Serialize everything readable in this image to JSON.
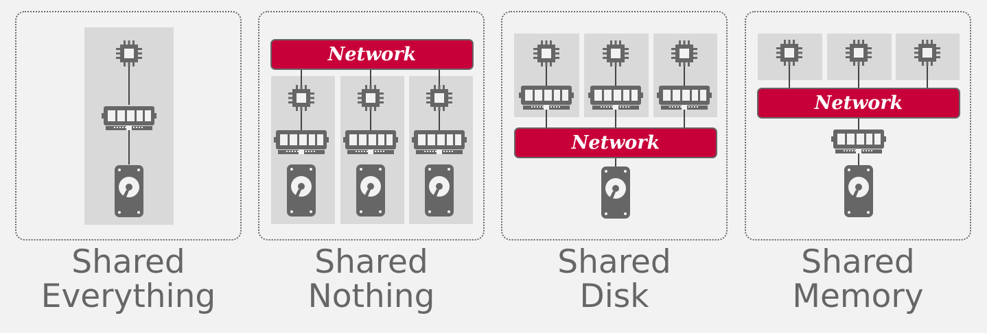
{
  "colors": {
    "background": "#f2f2f2",
    "node_box": "#d9d9d9",
    "icon": "#666666",
    "network": "#c8003a",
    "caption_text": "#666666"
  },
  "icons": [
    "cpu-icon",
    "memory-icon",
    "disk-icon"
  ],
  "panels": [
    {
      "caption_line1": "Shared",
      "caption_line2": "Everything"
    },
    {
      "caption_line1": "Shared",
      "caption_line2": "Nothing",
      "network_label": "Network"
    },
    {
      "caption_line1": "Shared",
      "caption_line2": "Disk",
      "network_label": "Network"
    },
    {
      "caption_line1": "Shared",
      "caption_line2": "Memory",
      "network_label": "Network"
    }
  ]
}
